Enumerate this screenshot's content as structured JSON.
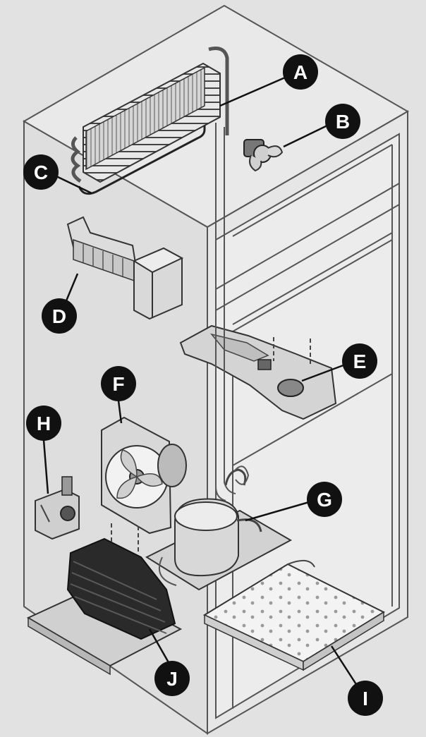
{
  "callouts": {
    "a": "A",
    "b": "B",
    "c": "C",
    "d": "D",
    "e": "E",
    "f": "F",
    "g": "G",
    "h": "H",
    "i": "I",
    "j": "J"
  },
  "colors": {
    "background": "#e4e4e4",
    "outline": "#4a4a4a",
    "callout_fill": "#111111",
    "callout_text": "#ffffff",
    "coil_dark": "#1a1a1a"
  }
}
